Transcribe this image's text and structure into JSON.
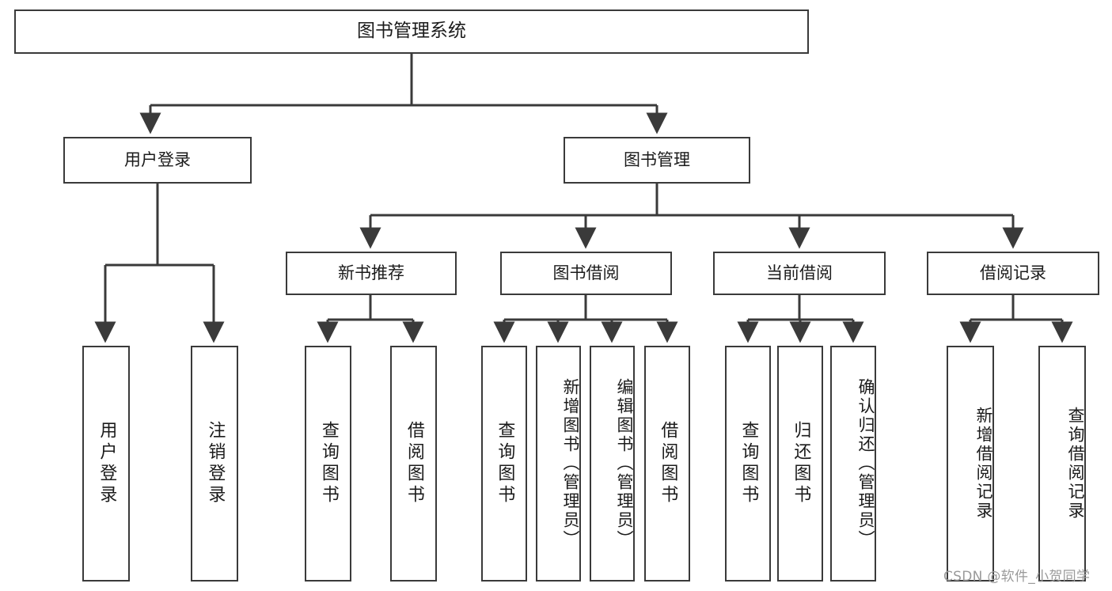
{
  "diagram": {
    "title": "图书管理系统",
    "type": "hierarchy-tree",
    "colors": {
      "stroke": "#3a3a3a",
      "box_fill": "#ffffff",
      "text": "#1b1b1b",
      "watermark": "#9a9a9a",
      "background": "#ffffff"
    },
    "root": {
      "label": "图书管理系统"
    },
    "level1": [
      {
        "label": "用户登录"
      },
      {
        "label": "图书管理"
      }
    ],
    "level2": [
      {
        "label": "新书推荐"
      },
      {
        "label": "图书借阅"
      },
      {
        "label": "当前借阅"
      },
      {
        "label": "借阅记录"
      }
    ],
    "leaves": {
      "user_login": [
        {
          "label": "用户登录"
        },
        {
          "label": "注销登录"
        }
      ],
      "new_book_recommend": [
        {
          "label": "查询图书"
        },
        {
          "label": "借阅图书"
        }
      ],
      "book_borrow": [
        {
          "label": "查询图书"
        },
        {
          "label": "新增图书（管理员）"
        },
        {
          "label": "编辑图书（管理员）"
        },
        {
          "label": "借阅图书"
        }
      ],
      "current_borrow": [
        {
          "label": "查询图书"
        },
        {
          "label": "归还图书"
        },
        {
          "label": "确认归还（管理员）"
        }
      ],
      "borrow_record": [
        {
          "label": "新增借阅记录"
        },
        {
          "label": "查询借阅记录"
        }
      ]
    }
  },
  "watermark": {
    "text": "CSDN @软件_小贺同学"
  }
}
